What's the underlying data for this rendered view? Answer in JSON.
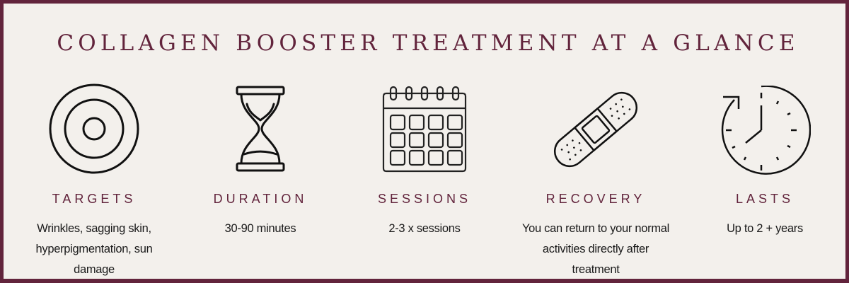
{
  "title": "COLLAGEN BOOSTER TREATMENT AT A GLANCE",
  "colors": {
    "border": "#62243c",
    "background": "#f3f0ec",
    "accent": "#62243c",
    "text": "#1a1a1a",
    "icon": "#1a1a1a"
  },
  "items": [
    {
      "icon": "target-icon",
      "label": "TARGETS",
      "description": "Wrinkles, sagging skin, hyperpigmentation, sun damage"
    },
    {
      "icon": "hourglass-icon",
      "label": "DURATION",
      "description": "30-90 minutes"
    },
    {
      "icon": "calendar-icon",
      "label": "SESSIONS",
      "description": "2-3 x sessions"
    },
    {
      "icon": "bandage-icon",
      "label": "RECOVERY",
      "description": "You can return to your normal activities directly after treatment"
    },
    {
      "icon": "clock-icon",
      "label": "LASTS",
      "description": "Up to 2 + years"
    }
  ]
}
